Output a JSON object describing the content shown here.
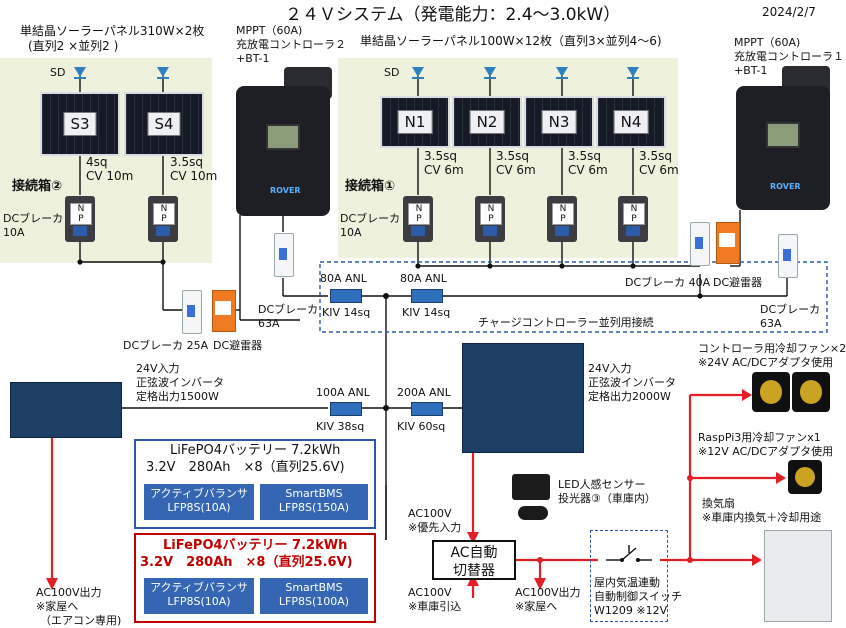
{
  "header": {
    "title": "２４Ｖシステム（発電能力：2.4～3.0kW）",
    "date": "2024/2/7"
  },
  "left_array": {
    "title_line1": "単結晶ソーラーパネル310W×2枚",
    "title_line2": "(直列2 ×並列2 )",
    "sd": "SD",
    "panels": [
      "S3",
      "S4"
    ],
    "cable1": [
      "4sq",
      "CV 10m"
    ],
    "cable2": [
      "3.5sq",
      "CV 10m"
    ],
    "junction_label": "接続箱②",
    "breaker_label": [
      "DCブレーカ",
      "10A"
    ]
  },
  "right_array": {
    "title": "単結晶ソーラーパネル100W×12枚（直列3×並列4～6)",
    "sd": "SD",
    "panels": [
      "N1",
      "N2",
      "N3",
      "N4"
    ],
    "cable": [
      "3.5sq",
      "CV 6m"
    ],
    "junction_label": "接続箱①",
    "breaker_label": [
      "DCブレーカ",
      "10A"
    ]
  },
  "controller2": {
    "label": [
      "MPPT（60A)",
      "充放電コントローラ２",
      "+BT-1"
    ],
    "brand": "ROVER"
  },
  "controller1": {
    "label": [
      "MPPT（60A)",
      "充放電コントローラ１",
      "+BT-1"
    ],
    "brand": "ROVER"
  },
  "protection": {
    "breaker63_left": [
      "DCブレーカ",
      "63A"
    ],
    "breaker25": "DCブレーカ 25A",
    "spd_left": "DC避雷器",
    "breaker40": "DCブレーカ 40A",
    "spd_right": "DC避雷器",
    "breaker63_right": [
      "DCブレーカ",
      "63A"
    ]
  },
  "fuses": {
    "anl80_a": "80A ANL",
    "kiv14_a": "KIV 14sq",
    "anl80_b": "80A ANL",
    "kiv14_b": "KIV 14sq",
    "anl100": "100A ANL",
    "kiv38": "KIV 38sq",
    "anl200": "200A ANL",
    "kiv60": "KIV 60sq"
  },
  "parallel_note": "チャージコントローラー並列用接続",
  "inverter1500": [
    "24V入力",
    "正弦波インバータ",
    "定格出力1500W"
  ],
  "inverter2000": [
    "24V入力",
    "正弦波インバータ",
    "定格出力2000W"
  ],
  "battery1": {
    "title": "LiFePO4バッテリー 7.2kWh",
    "spec": "3.2V　280Ah　×8（直列25.6V)",
    "balancer": [
      "アクティブバランサ",
      "LFP8S(10A)"
    ],
    "bms": [
      "SmartBMS",
      "LFP8S(150A)"
    ]
  },
  "battery2": {
    "title": "LiFePO4バッテリー 7.2kWh",
    "spec": "3.2V　280Ah　×8（直列25.6V)",
    "balancer": [
      "アクティブバランサ",
      "LFP8S(10A)"
    ],
    "bms": [
      "SmartBMS",
      "LFP8S(100A)"
    ]
  },
  "led": [
    "LED人感センサー",
    "投光器③（車庫内）"
  ],
  "ac_priority": [
    "AC100V",
    "※優先入力"
  ],
  "ats": [
    "AC自動",
    "切替器"
  ],
  "ac_garage": [
    "AC100V",
    "※車庫引込"
  ],
  "ac_home": [
    "AC100V出力",
    "※家屋へ"
  ],
  "ac_left": [
    "AC100V出力",
    "※家屋へ",
    "（エアコン専用)"
  ],
  "thermo": [
    "屋内気温連動",
    "自動制御スイッチ",
    "W1209 ※12V"
  ],
  "fan_controller": [
    "コントローラ用冷却ファン×2",
    "※24V AC/DCアダプタ使用"
  ],
  "fan_raspi": [
    "RaspPi3用冷却ファンx1",
    "※12V AC/DCアダプタ使用"
  ],
  "vent_fan": [
    "換気扇",
    "※車庫内換気＋冷却用途"
  ],
  "colors": {
    "dc_wire": "#111111",
    "ac_wire": "#e31e24",
    "dash": "#2e58a6",
    "zone": "#eef2dd",
    "battery2_title": "#c00000",
    "button": "#3466b4"
  }
}
